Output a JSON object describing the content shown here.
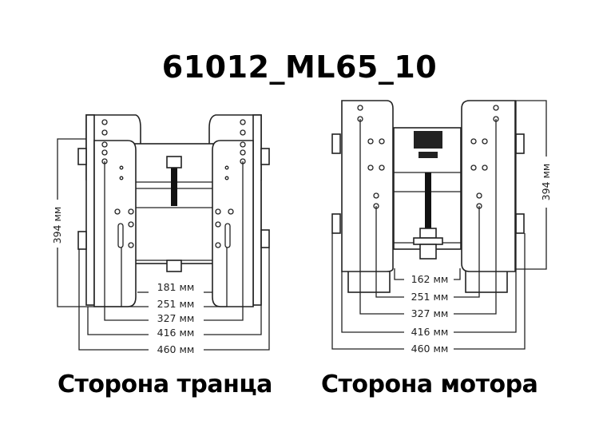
{
  "title": "61012_ML65_10",
  "captions": {
    "left": "Сторона транца",
    "right": "Сторона мотора"
  },
  "left_view": {
    "name": "Сторона транца",
    "height_label": "394 мм",
    "widths": [
      "181 мм",
      "251 мм",
      "327 мм",
      "416 мм",
      "460 мм"
    ]
  },
  "right_view": {
    "name": "Сторона мотора",
    "height_label": "394 мм",
    "widths": [
      "162 мм",
      "251 мм",
      "327 мм",
      "416 мм",
      "460 мм"
    ]
  },
  "colors": {
    "line": "#222222",
    "background": "#ffffff",
    "text": "#000000"
  }
}
